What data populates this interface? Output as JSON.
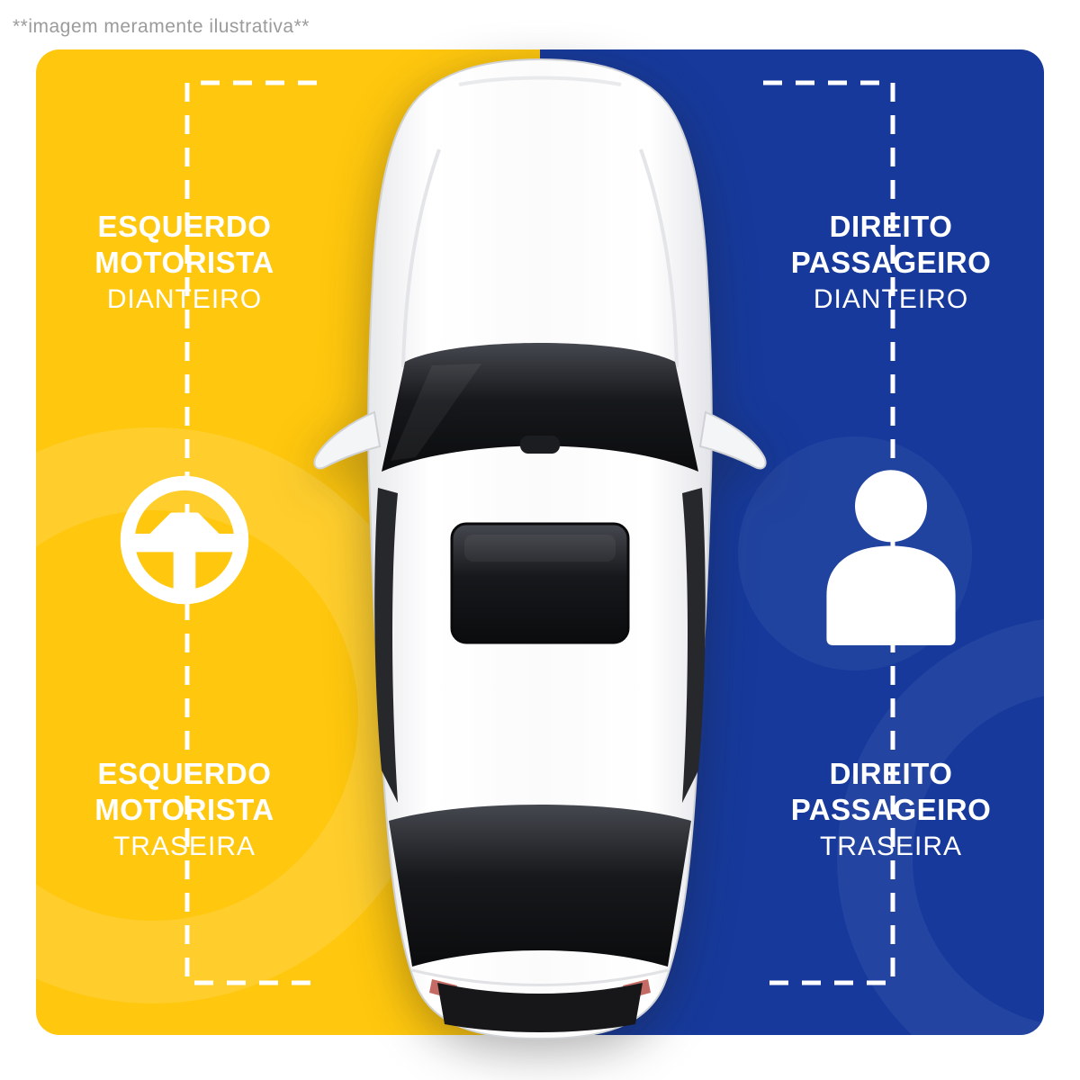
{
  "caption": "**imagem meramente ilustrativa**",
  "colors": {
    "driver_side": "#FFC70D",
    "passenger_side": "#16399B",
    "label_text": "#FFFFFF",
    "caption_text": "#9B9B9B"
  },
  "labels": {
    "front_left": {
      "line1": "ESQUERDO",
      "line2": "MOTORISTA",
      "line3": "DIANTEIRO"
    },
    "front_right": {
      "line1": "DIREITO",
      "line2": "PASSAGEIRO",
      "line3": "DIANTEIRO"
    },
    "rear_left": {
      "line1": "ESQUERDO",
      "line2": "MOTORISTA",
      "line3": "TRASEIRA"
    },
    "rear_right": {
      "line1": "DIREITO",
      "line2": "PASSAGEIRO",
      "line3": "TRASEIRA"
    }
  },
  "icons": {
    "driver_zone": "steering-wheel-icon",
    "passenger_zone": "person-icon"
  },
  "illustration": "car-top-view"
}
